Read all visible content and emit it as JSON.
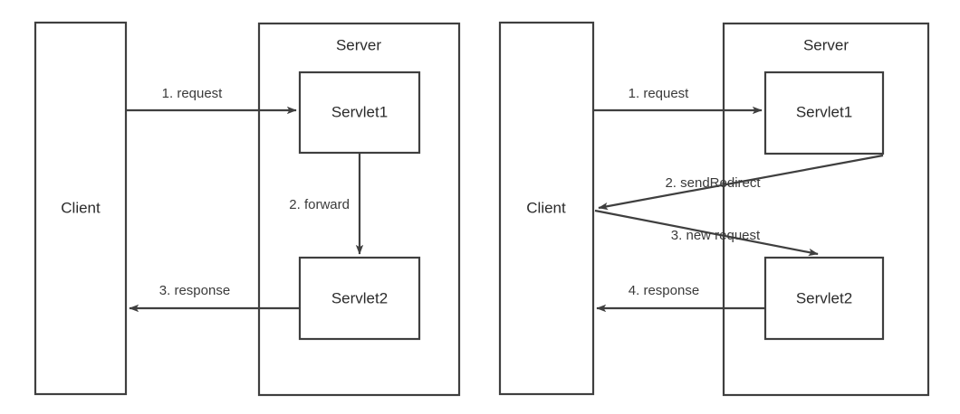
{
  "diagram": {
    "type": "flow-diagram",
    "background_color": "#ffffff",
    "stroke_color": "#3f3f3f",
    "text_color": "#2b2b2b",
    "panels": [
      {
        "id": "forward",
        "client": {
          "label": "Client"
        },
        "server": {
          "label": "Server"
        },
        "servlets": [
          {
            "id": "servlet1",
            "label": "Servlet1"
          },
          {
            "id": "servlet2",
            "label": "Servlet2"
          }
        ],
        "edges": [
          {
            "id": "e1",
            "label": "1. request",
            "from": "Client",
            "to": "Servlet1"
          },
          {
            "id": "e2",
            "label": "2. forward",
            "from": "Servlet1",
            "to": "Servlet2"
          },
          {
            "id": "e3",
            "label": "3. response",
            "from": "Servlet2",
            "to": "Client"
          }
        ]
      },
      {
        "id": "sendRedirect",
        "client": {
          "label": "Client"
        },
        "server": {
          "label": "Server"
        },
        "servlets": [
          {
            "id": "servlet1",
            "label": "Servlet1"
          },
          {
            "id": "servlet2",
            "label": "Servlet2"
          }
        ],
        "edges": [
          {
            "id": "e1",
            "label": "1. request",
            "from": "Client",
            "to": "Servlet1"
          },
          {
            "id": "e2",
            "label": "2. sendRedirect",
            "from": "Servlet1",
            "to": "Client"
          },
          {
            "id": "e3",
            "label": "3. new request",
            "from": "Client",
            "to": "Servlet2"
          },
          {
            "id": "e4",
            "label": "4. response",
            "from": "Servlet2",
            "to": "Client"
          }
        ]
      }
    ]
  }
}
